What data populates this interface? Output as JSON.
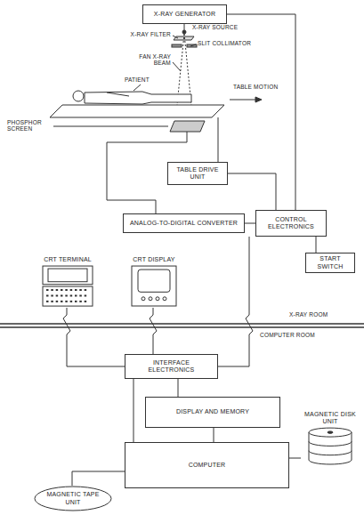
{
  "diagram": {
    "nodes": [
      {
        "text": [
          "X-RAY GENERATOR"
        ]
      },
      {
        "text": [
          "TABLE DRIVE UNIT"
        ]
      },
      {
        "text": [
          "ANALOG-TO-DIGITAL CONVERTER"
        ]
      },
      {
        "text": [
          "CONTROL ELECTRONICS"
        ]
      },
      {
        "text": [
          "START SWITCH"
        ]
      },
      {
        "text": [
          "CRT TERMINAL"
        ]
      },
      {
        "text": [
          "CRT DISPLAY"
        ]
      },
      {
        "text": [
          "INTERFACE ELECTRONICS"
        ]
      },
      {
        "text": [
          "DISPLAY AND MEMORY"
        ]
      },
      {
        "text": [
          "MAGNETIC DISK UNIT"
        ]
      },
      {
        "text": [
          "COMPUTER"
        ]
      },
      {
        "text": [
          "MAGNETIC TAPE UNIT"
        ]
      }
    ],
    "edges": [
      {
        "from": 0,
        "to": 3,
        "arrow": "none"
      },
      {
        "from": 1,
        "to": 3,
        "arrow": "none"
      },
      {
        "from": 2,
        "to": 3,
        "arrow": "none"
      },
      {
        "from": 3,
        "to": 4,
        "arrow": "none"
      },
      {
        "from": 5,
        "to": 7,
        "arrow": "none"
      },
      {
        "from": 6,
        "to": 7,
        "arrow": "none"
      },
      {
        "from": 3,
        "to": 7,
        "arrow": "none"
      },
      {
        "from": 7,
        "to": 8,
        "arrow": "none"
      },
      {
        "from": 7,
        "to": 10,
        "arrow": "none"
      },
      {
        "from": 8,
        "to": 10,
        "arrow": "none"
      },
      {
        "from": 10,
        "to": 9,
        "arrow": "none"
      },
      {
        "from": 10,
        "to": 11,
        "arrow": "none"
      }
    ],
    "labels": [
      "X-RAY SOURCE",
      "X-RAY FILTER",
      "SLIT COLLIMATOR",
      "FAN X-RAY BEAM",
      "PATIENT",
      "TABLE MOTION",
      "PHOSPHOR SCREEN",
      "X-RAY ROOM",
      "COMPUTER ROOM"
    ]
  }
}
